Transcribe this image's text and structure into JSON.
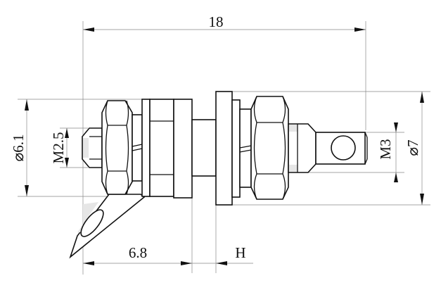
{
  "drawing": {
    "title": "Binding post terminal dimension drawing",
    "dimensions": {
      "overall_length": "18",
      "left_outer_diameter": "⌀6.1",
      "left_thread": "M2.5",
      "right_thread": "M3",
      "right_outer_diameter": "⌀7",
      "lug_to_flange": "6.8",
      "panel_thickness": "H"
    },
    "colors": {
      "line": "#111111",
      "extension": "#888888",
      "shade": "#e6e6e6"
    }
  }
}
